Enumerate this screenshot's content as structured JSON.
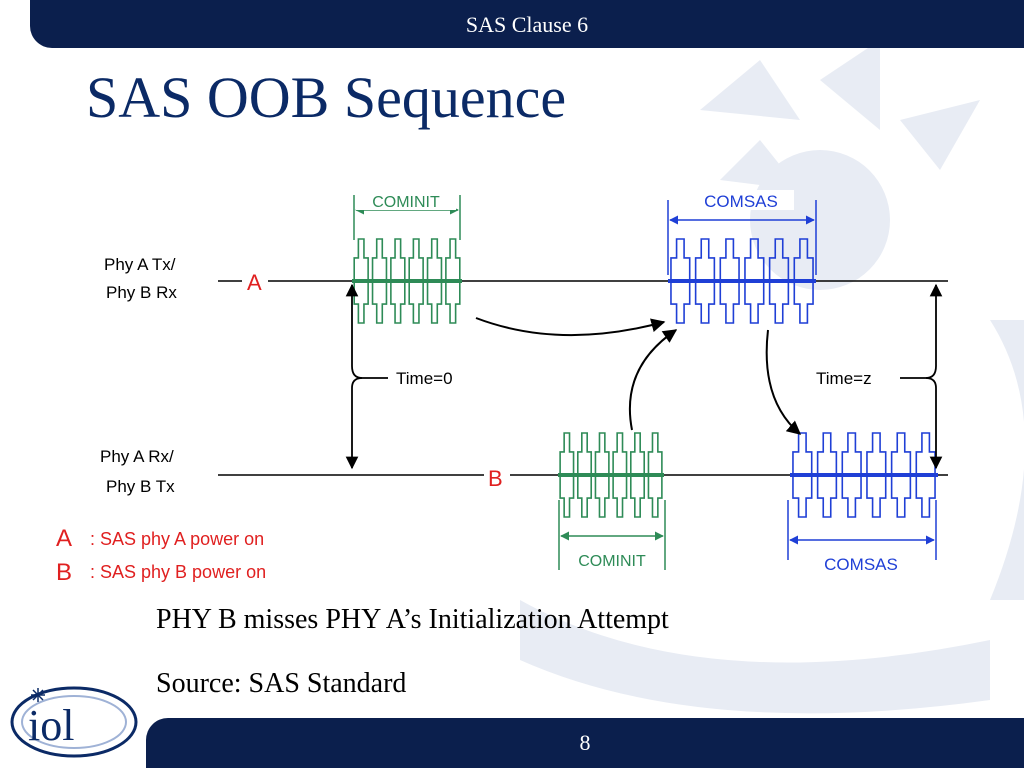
{
  "header": {
    "title": "SAS Clause 6"
  },
  "slide": {
    "title": "SAS OOB Sequence",
    "page_number": "8"
  },
  "diagram": {
    "line_a_label_1": "Phy A Tx/",
    "line_a_label_2": "Phy B Rx",
    "line_b_label_1": "Phy A Rx/",
    "line_b_label_2": "Phy B Tx",
    "marker_a": "A",
    "marker_b": "B",
    "cominit_top": "COMINIT",
    "comsas_top": "COMSAS",
    "cominit_bottom": "COMINIT",
    "comsas_bottom": "COMSAS",
    "time_zero": "Time=0",
    "time_z": "Time=z",
    "legend_a_letter": "A",
    "legend_a_text": ": SAS phy A power on",
    "legend_b_letter": "B",
    "legend_b_text": ": SAS phy B power on",
    "colors": {
      "cominit": "#2e8b57",
      "comsas": "#1f3fd6",
      "marker": "#e02020"
    }
  },
  "captions": {
    "line1": "PHY B misses PHY A’s Initialization Attempt",
    "line2": "Source: SAS Standard"
  },
  "logo": {
    "text": "iol"
  }
}
